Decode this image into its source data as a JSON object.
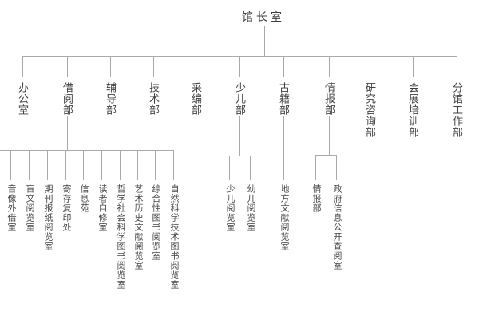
{
  "org": {
    "root": {
      "label": "馆长室"
    },
    "departments": [
      {
        "label": "办公室",
        "children": []
      },
      {
        "label": "借阅部",
        "children": [
          "音像外借室",
          "盲文阅览室",
          "期刊报纸阅览室",
          "寄存复印处",
          "信息苑",
          "读者自修室",
          "哲学社会科学图书阅览室",
          "艺术历史文献阅览室",
          "综合性图书阅览室",
          "自然科学技术图书阅览室"
        ]
      },
      {
        "label": "辅导部",
        "children": []
      },
      {
        "label": "技术部",
        "children": []
      },
      {
        "label": "采编部",
        "children": []
      },
      {
        "label": "少儿部",
        "children": [
          "少儿阅览室",
          "幼儿阅览室"
        ]
      },
      {
        "label": "古籍部",
        "children": [
          "地方文献阅览室"
        ]
      },
      {
        "label": "情报部",
        "children": [
          "情报部",
          "政府信息公开查阅室"
        ]
      },
      {
        "label": "研究咨询部",
        "children": []
      },
      {
        "label": "会展培训部",
        "children": []
      },
      {
        "label": "分馆工作部",
        "children": []
      }
    ],
    "colors": {
      "line": "#a9a9a9",
      "text": "#3f3f3f",
      "background": "#ffffff"
    }
  }
}
